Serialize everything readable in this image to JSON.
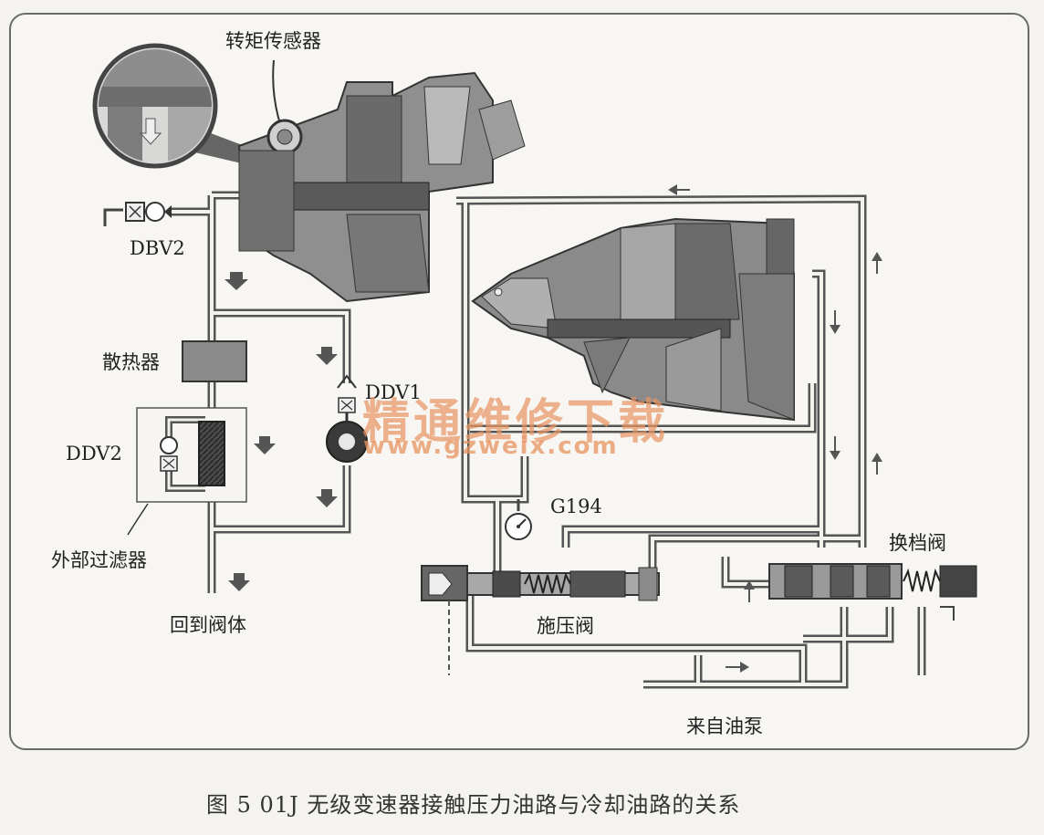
{
  "labels": {
    "torque_sensor": "转矩传感器",
    "dbv2": "DBV2",
    "radiator": "散热器",
    "ddv2": "DDV2",
    "ddv1": "DDV1",
    "external_filter": "外部过滤器",
    "return_to_valve_body": "回到阀体",
    "g194": "G194",
    "pressure_valve": "施压阀",
    "shift_valve": "换档阀",
    "from_oil_pump": "来自油泵"
  },
  "caption": "图 5   01J 无级变速器接触压力油路与冷却油路的关系",
  "watermark": {
    "line1": "精通维修下载",
    "line2": "www.gzweix.com"
  },
  "colors": {
    "line": "#555555",
    "part_dark": "#5a5a5a",
    "part_mid": "#8a8a8a",
    "part_light": "#b9b9b9",
    "watermark": "#e8966a"
  }
}
